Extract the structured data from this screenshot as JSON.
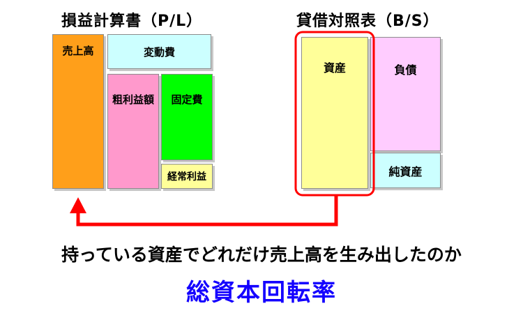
{
  "pl": {
    "heading": "損益計算書（P/L）",
    "sales": "売上高",
    "variable_cost": "変動費",
    "gross_profit": "粗利益額",
    "fixed_cost": "固定費",
    "ordinary_profit": "経常利益"
  },
  "bs": {
    "heading": "貸借対照表（B/S）",
    "assets": "資産",
    "liabilities": "負債",
    "net_assets": "純資産"
  },
  "caption": "持っている資産でどれだけ売上高を生み出したのか",
  "title": "総資本回転率",
  "colors": {
    "sales": "#ff9f1a",
    "variable_cost": "#ccffff",
    "gross_profit": "#ff99cc",
    "fixed_cost": "#00ff00",
    "ordinary_profit": "#ffff99",
    "assets": "#ffff99",
    "liabilities": "#ffccff",
    "net_assets": "#ccffff",
    "arrow": "#ff0000",
    "title": "#1400ff"
  }
}
